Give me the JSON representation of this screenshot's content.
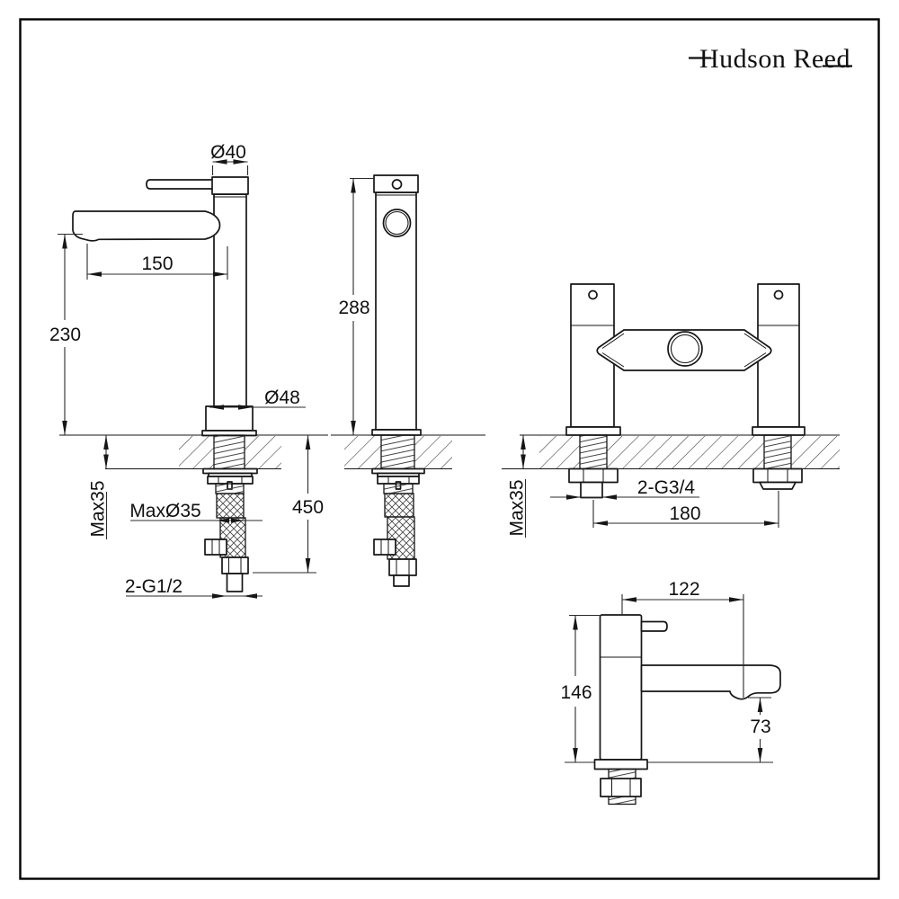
{
  "logo": {
    "brand": "Hudson Reed"
  },
  "dims": {
    "basin_side": {
      "top_dia": "Ø40",
      "reach": "150",
      "spout_height": "230",
      "base_dia": "Ø48",
      "deck_thickness": "Max35",
      "hole_dia": "MaxØ35",
      "hose_length": "450",
      "thread": "2-G1/2"
    },
    "basin_front": {
      "height": "288"
    },
    "bath_front": {
      "deck_thickness": "Max35",
      "thread": "2-G3/4",
      "centres": "180"
    },
    "bath_side": {
      "reach": "122",
      "height": "146",
      "outlet_height": "73"
    }
  }
}
